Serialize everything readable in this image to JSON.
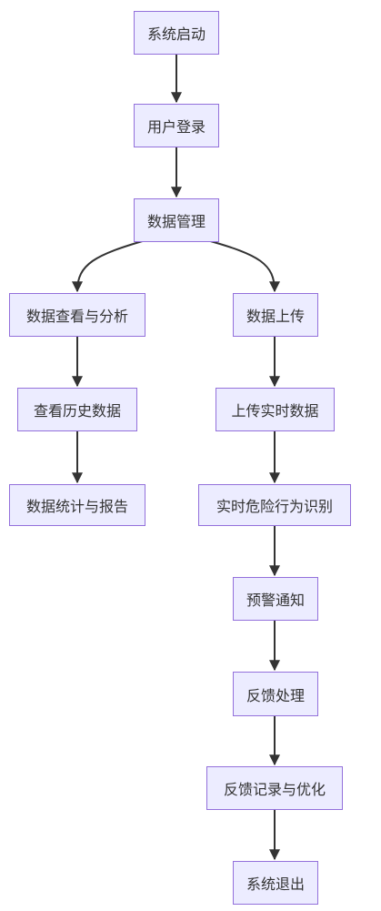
{
  "flowchart": {
    "nodes": {
      "start": "系统启动",
      "login": "用户登录",
      "data_mgmt": "数据管理",
      "view_analyze": "数据查看与分析",
      "upload": "数据上传",
      "view_history": "查看历史数据",
      "upload_realtime": "上传实时数据",
      "stats_report": "数据统计与报告",
      "identify": "实时危险行为识别",
      "alert": "预警通知",
      "feedback": "反馈处理",
      "feedback_log": "反馈记录与优化",
      "exit": "系统退出"
    },
    "colors": {
      "node_fill": "#ECECFF",
      "node_border": "#9370DB",
      "edge": "#333333"
    }
  }
}
